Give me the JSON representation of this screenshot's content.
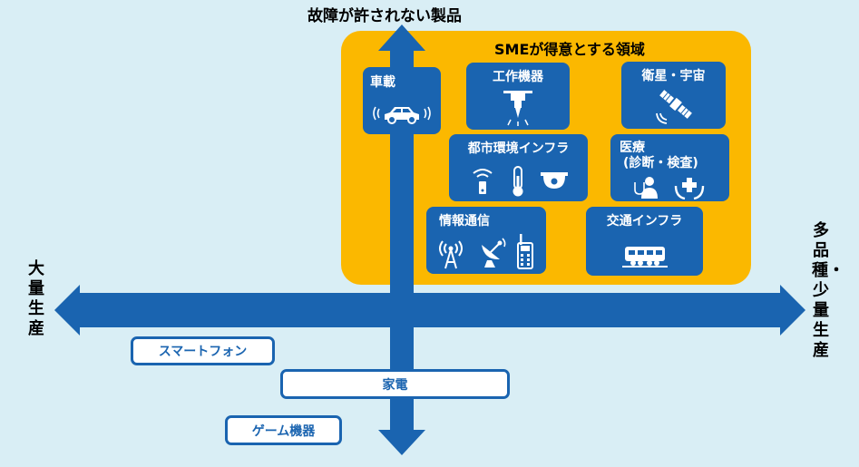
{
  "axes": {
    "top": "故障が許されない製品",
    "left": "大量生産",
    "right": "多品種・少量生産"
  },
  "region_title": "SMEが得意とする領域",
  "boxes": {
    "car": "車載",
    "machine": "工作機器",
    "satellite": "衛星・宇宙",
    "urban": "都市環境インフラ",
    "medical_1": "医療",
    "medical_2": "(診断・検査)",
    "info": "情報通信",
    "transport": "交通インフラ"
  },
  "low_items": {
    "smartphone": "スマートフォン",
    "appliance": "家電",
    "game": "ゲーム機器"
  },
  "colors": {
    "blue": "#1a64b0",
    "region": "#fbb800",
    "background": "#d9eef5"
  },
  "icons": [
    "car-icon",
    "drill-icon",
    "satellite-icon",
    "wifi-icon",
    "thermometer-icon",
    "camera-icon",
    "doctor-icon",
    "care-hands-icon",
    "antenna-icon",
    "dish-icon",
    "radio-icon",
    "train-icon"
  ]
}
